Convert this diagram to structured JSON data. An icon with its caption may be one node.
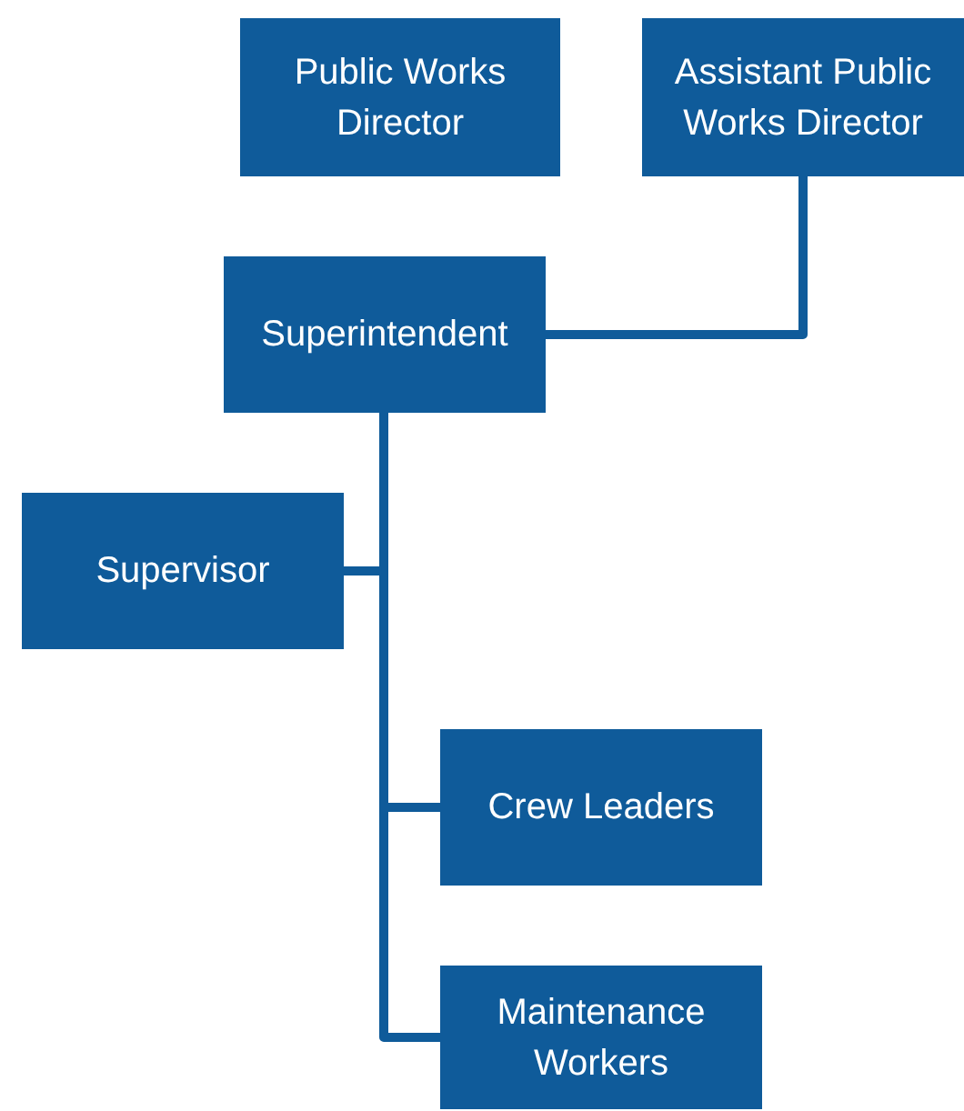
{
  "diagram": {
    "nodes": [
      {
        "text": [
          "Public Works Director"
        ]
      },
      {
        "text": [
          "Assistant Public Works Director"
        ]
      },
      {
        "text": [
          "Superintendent"
        ]
      },
      {
        "text": [
          "Supervisor"
        ]
      },
      {
        "text": [
          "Crew Leaders"
        ]
      },
      {
        "text": [
          "Maintenance Workers"
        ]
      }
    ],
    "edges": [
      {
        "from": 1,
        "to": 2,
        "arrow": "none"
      },
      {
        "from": 2,
        "to": 3,
        "arrow": "none"
      },
      {
        "from": 2,
        "to": 4,
        "arrow": "none"
      },
      {
        "from": 2,
        "to": 5,
        "arrow": "none"
      }
    ]
  }
}
